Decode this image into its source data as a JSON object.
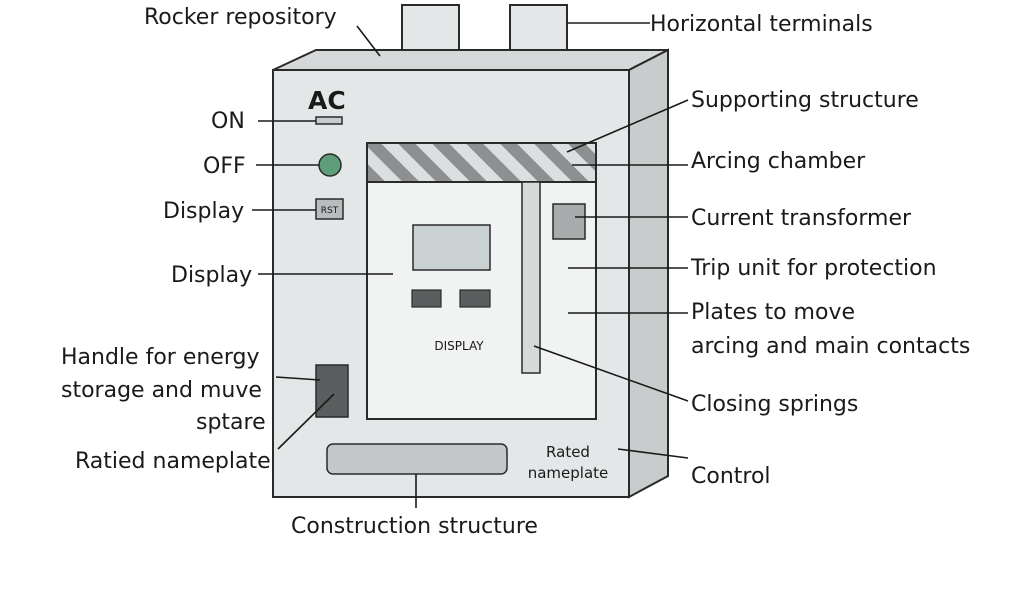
{
  "labels": {
    "rocker_repository": "Rocker repository",
    "horizontal_terminals": "Horizontal terminals",
    "on": "ON",
    "off": "OFF",
    "display_rst": "Display",
    "display_left": "Display",
    "handle_line1": "Handle for energy",
    "handle_line2": "storage  and muve",
    "handle_line3": "sptare",
    "rated_nameplate_left": "Ratied nameplate",
    "construction_structure": "Construction structure",
    "supporting_structure": "Supporting structure",
    "arcing_chamber": "Arcing chamber",
    "current_transformer": "Current transformer",
    "trip_unit": "Trip unit for protection",
    "plates_line1": "Plates to move",
    "plates_line2": "arcing and main contacts",
    "closing_springs": "Closing springs",
    "control": "Control"
  },
  "device": {
    "ac_text": "AC",
    "rst_text": "RST",
    "display_text": "DISPLAY",
    "nameplate_line1": "Rated",
    "nameplate_line2": "nameplate"
  },
  "colors": {
    "body_front": "#e4e7e8",
    "body_side": "#c9cccd",
    "body_top": "#d6d9da",
    "inner_panel": "#f1f2f2",
    "hatch_bg": "#8d8f90",
    "screen": "#c9d1d3",
    "dark_button": "#5b5d5e",
    "off_indicator": "#5f9e7a",
    "handle": "#5b5d5e",
    "outline": "#2a2a2a"
  }
}
